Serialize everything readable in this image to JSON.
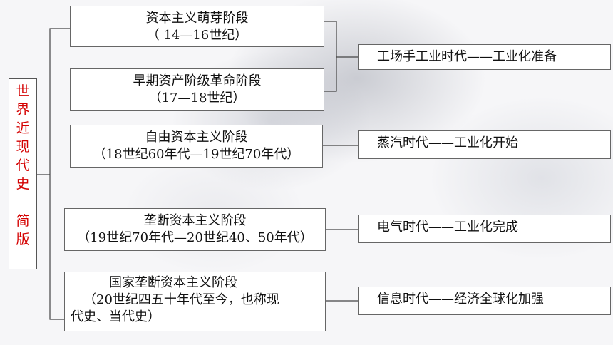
{
  "side_title": [
    "世",
    "界",
    "近",
    "现",
    "代",
    "史",
    "",
    "简",
    "版"
  ],
  "stages": [
    {
      "line1": "资本主义萌芽阶段",
      "line2": "（  14—16世纪）"
    },
    {
      "line1": "早期资产阶级革命阶段",
      "line2": "（17—18世纪）"
    },
    {
      "line1": "自由资本主义阶段",
      "line2": "（18世纪60年代—19世纪70年代）"
    },
    {
      "line1": "垄断资本主义阶段",
      "line2": "（19世纪70年代—20世纪40、50年代）"
    },
    {
      "line1": "国家垄断资本主义阶段",
      "line2": "（20世纪四五十年代至今，也称现",
      "line3": "代史、当代史）"
    }
  ],
  "eras": [
    "工场手工业时代——工业化准备",
    "蒸汽时代——工业化开始",
    "电气时代——工业化完成",
    "信息时代——经济全球化加强"
  ],
  "colors": {
    "title_red": "#d40000",
    "line": "#444444"
  }
}
